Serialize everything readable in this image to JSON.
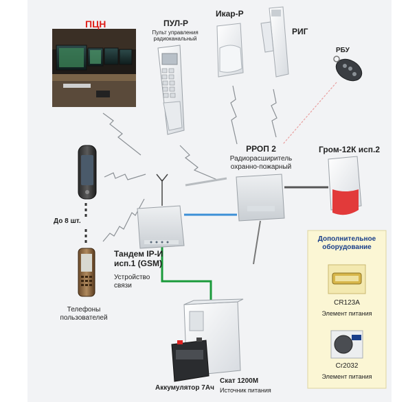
{
  "nodes": {
    "pcn": {
      "title": "ПЦН"
    },
    "pulr": {
      "title": "ПУЛ-Р",
      "subtitle": "Пульт управления радиоканальный"
    },
    "ikar": {
      "title": "Икар-Р"
    },
    "rig": {
      "title": "РИГ"
    },
    "rbu": {
      "title": "РБУ"
    },
    "rrop": {
      "title": "РРОП 2",
      "subtitle": "Радиорасширитель охранно-пожарный"
    },
    "grom": {
      "title": "Гром-12К исп.2"
    },
    "phones": {
      "count_label": "До 8 шт.",
      "caption": "Телефоны пользователей"
    },
    "tandem": {
      "title": "Тандем IP-И исп.1 (GSM)",
      "subtitle": "Устройство связи"
    },
    "battery": {
      "title": "Аккумулятор 7Ач"
    },
    "skat": {
      "title": "Скат 1200М",
      "subtitle": "Источник питания"
    }
  },
  "extra": {
    "title": "Дополнительное оборудование",
    "items": [
      {
        "model": "CR123A",
        "caption": "Элемент питания"
      },
      {
        "model": "Cr2032",
        "caption": "Элемент питания"
      }
    ]
  },
  "colors": {
    "green_line": "#1a9a3a",
    "blue_line": "#3c8fd6",
    "grey_line": "#555555",
    "pcn_red": "#e0201a",
    "title_blue": "#1a3f8a",
    "siren_red": "#e23a3a"
  }
}
